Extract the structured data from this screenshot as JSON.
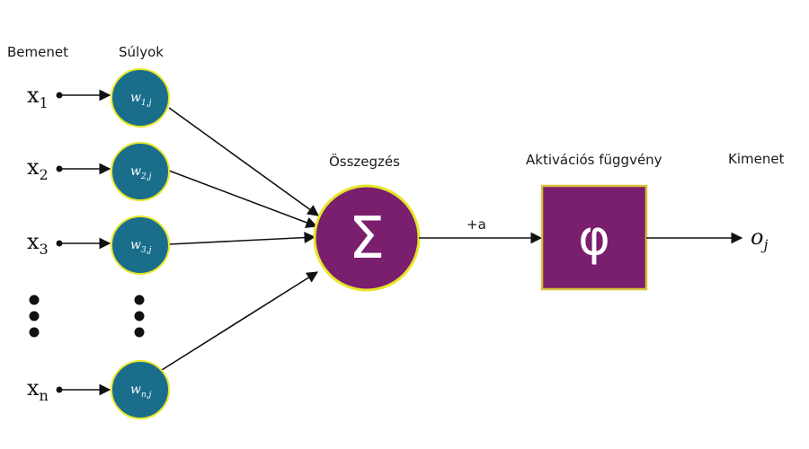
{
  "headers": {
    "input": "Bemenet",
    "weights": "Súlyok",
    "sum": "Összegzés",
    "activation": "Aktivációs függvény",
    "output": "Kimenet"
  },
  "inputs": [
    {
      "base": "x",
      "sub": "1"
    },
    {
      "base": "x",
      "sub": "2"
    },
    {
      "base": "x",
      "sub": "3"
    },
    {
      "base": "x",
      "sub": "n"
    }
  ],
  "weights": [
    {
      "base": "w",
      "sub": "1,j"
    },
    {
      "base": "w",
      "sub": "2,j"
    },
    {
      "base": "w",
      "sub": "3,j"
    },
    {
      "base": "w",
      "sub": "n,j"
    }
  ],
  "sum_symbol": "Σ",
  "bias_label": "+a",
  "activation_symbol": "φ",
  "output": {
    "base": "o",
    "sub": "j"
  },
  "colors": {
    "weight_fill": "#1a6e8c",
    "node_stroke": "#e6e62a",
    "sum_fill": "#7a1e6e",
    "activation_fill": "#7a1e6e",
    "activation_stroke": "#d6c23a"
  }
}
